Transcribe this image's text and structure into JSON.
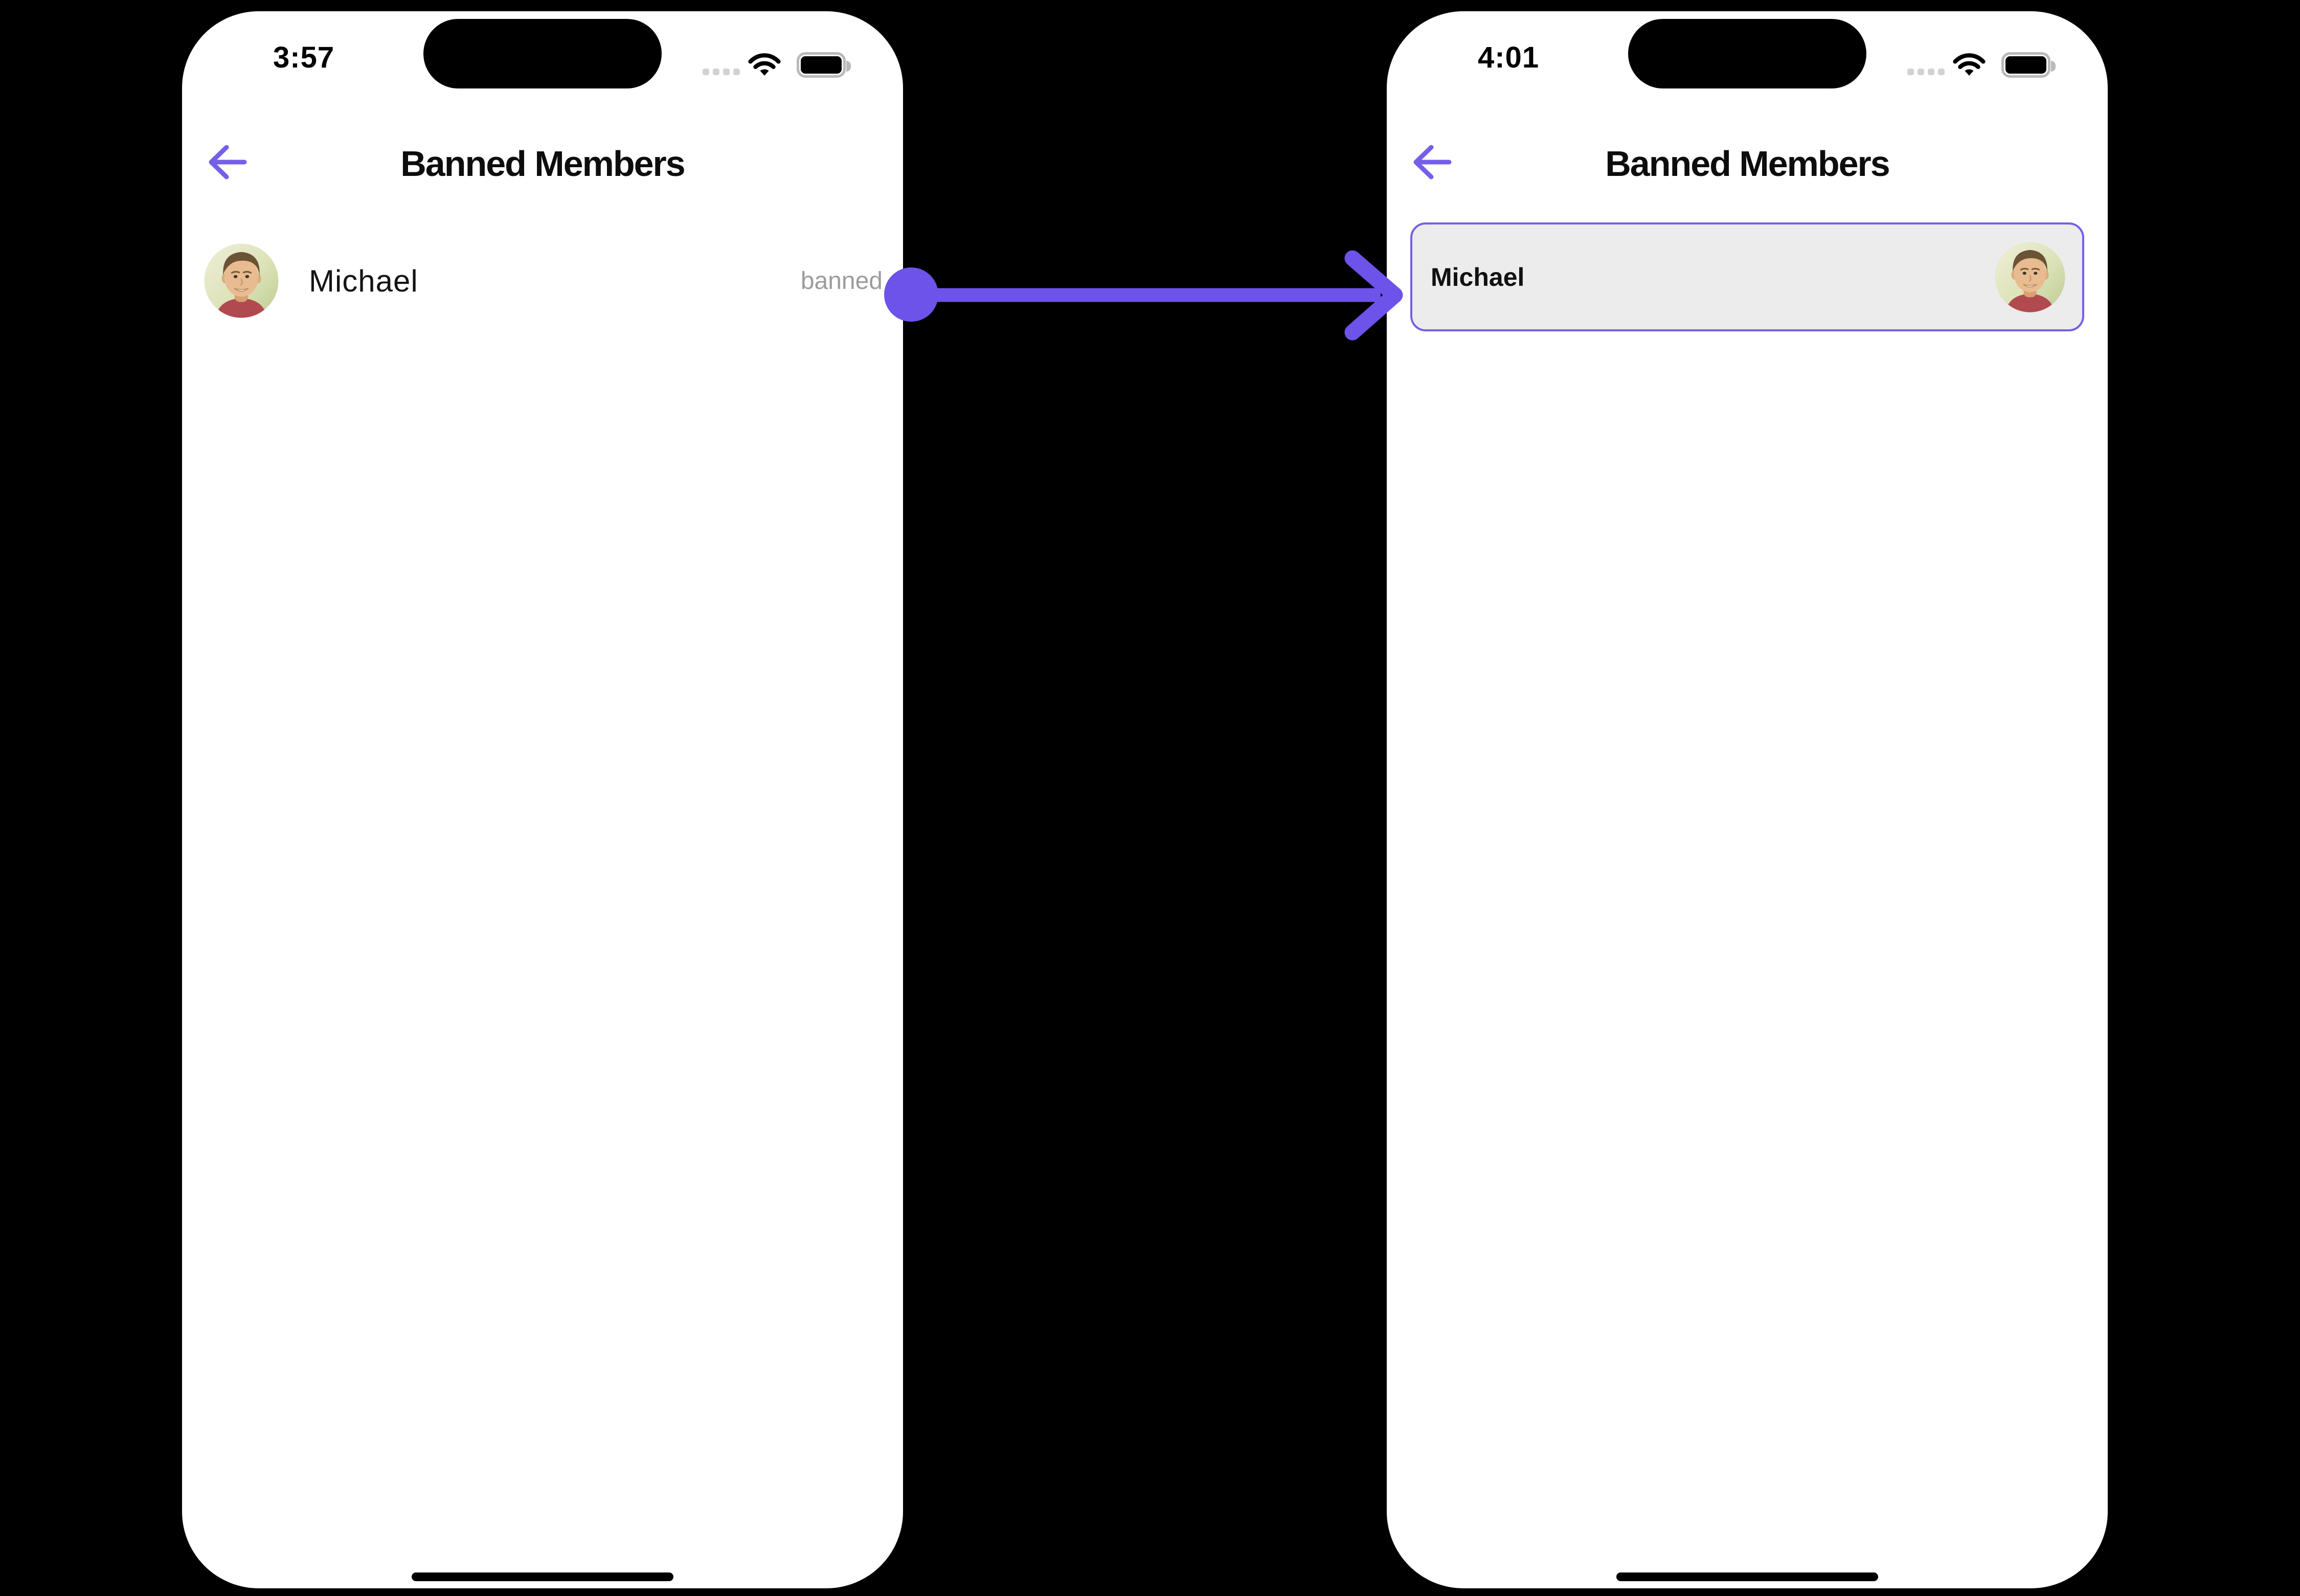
{
  "colors": {
    "background": "#000000",
    "phone_background": "#FFFFFF",
    "accent_purple": "#6D53E9",
    "card_border_purple": "#7460E5",
    "card_background_gray": "#ECECEC",
    "banned_text_gray": "#9C9C9C",
    "status_dot_gray": "#D2D2D2"
  },
  "icons": {
    "back": "arrow-left-icon",
    "status_bar": [
      "cellular-signal-dots-icon",
      "wifi-icon",
      "battery-full-icon"
    ],
    "avatar": "man-portrait-avatar",
    "home": "home-indicator-bar",
    "annotation": "flow-arrow-right"
  },
  "left_phone": {
    "status_bar": {
      "time": "3:57"
    },
    "header": {
      "title": "Banned Members"
    },
    "member_list": [
      {
        "name": "Michael",
        "status": "banned"
      }
    ]
  },
  "right_phone": {
    "status_bar": {
      "time": "4:01"
    },
    "header": {
      "title": "Banned Members"
    },
    "selected_member": {
      "name": "Michael"
    }
  },
  "annotation_arrow": {
    "description": "connects banned member row on left screen to selected member card on right screen",
    "direction": "left-to-right",
    "color": "#6D53E9"
  }
}
